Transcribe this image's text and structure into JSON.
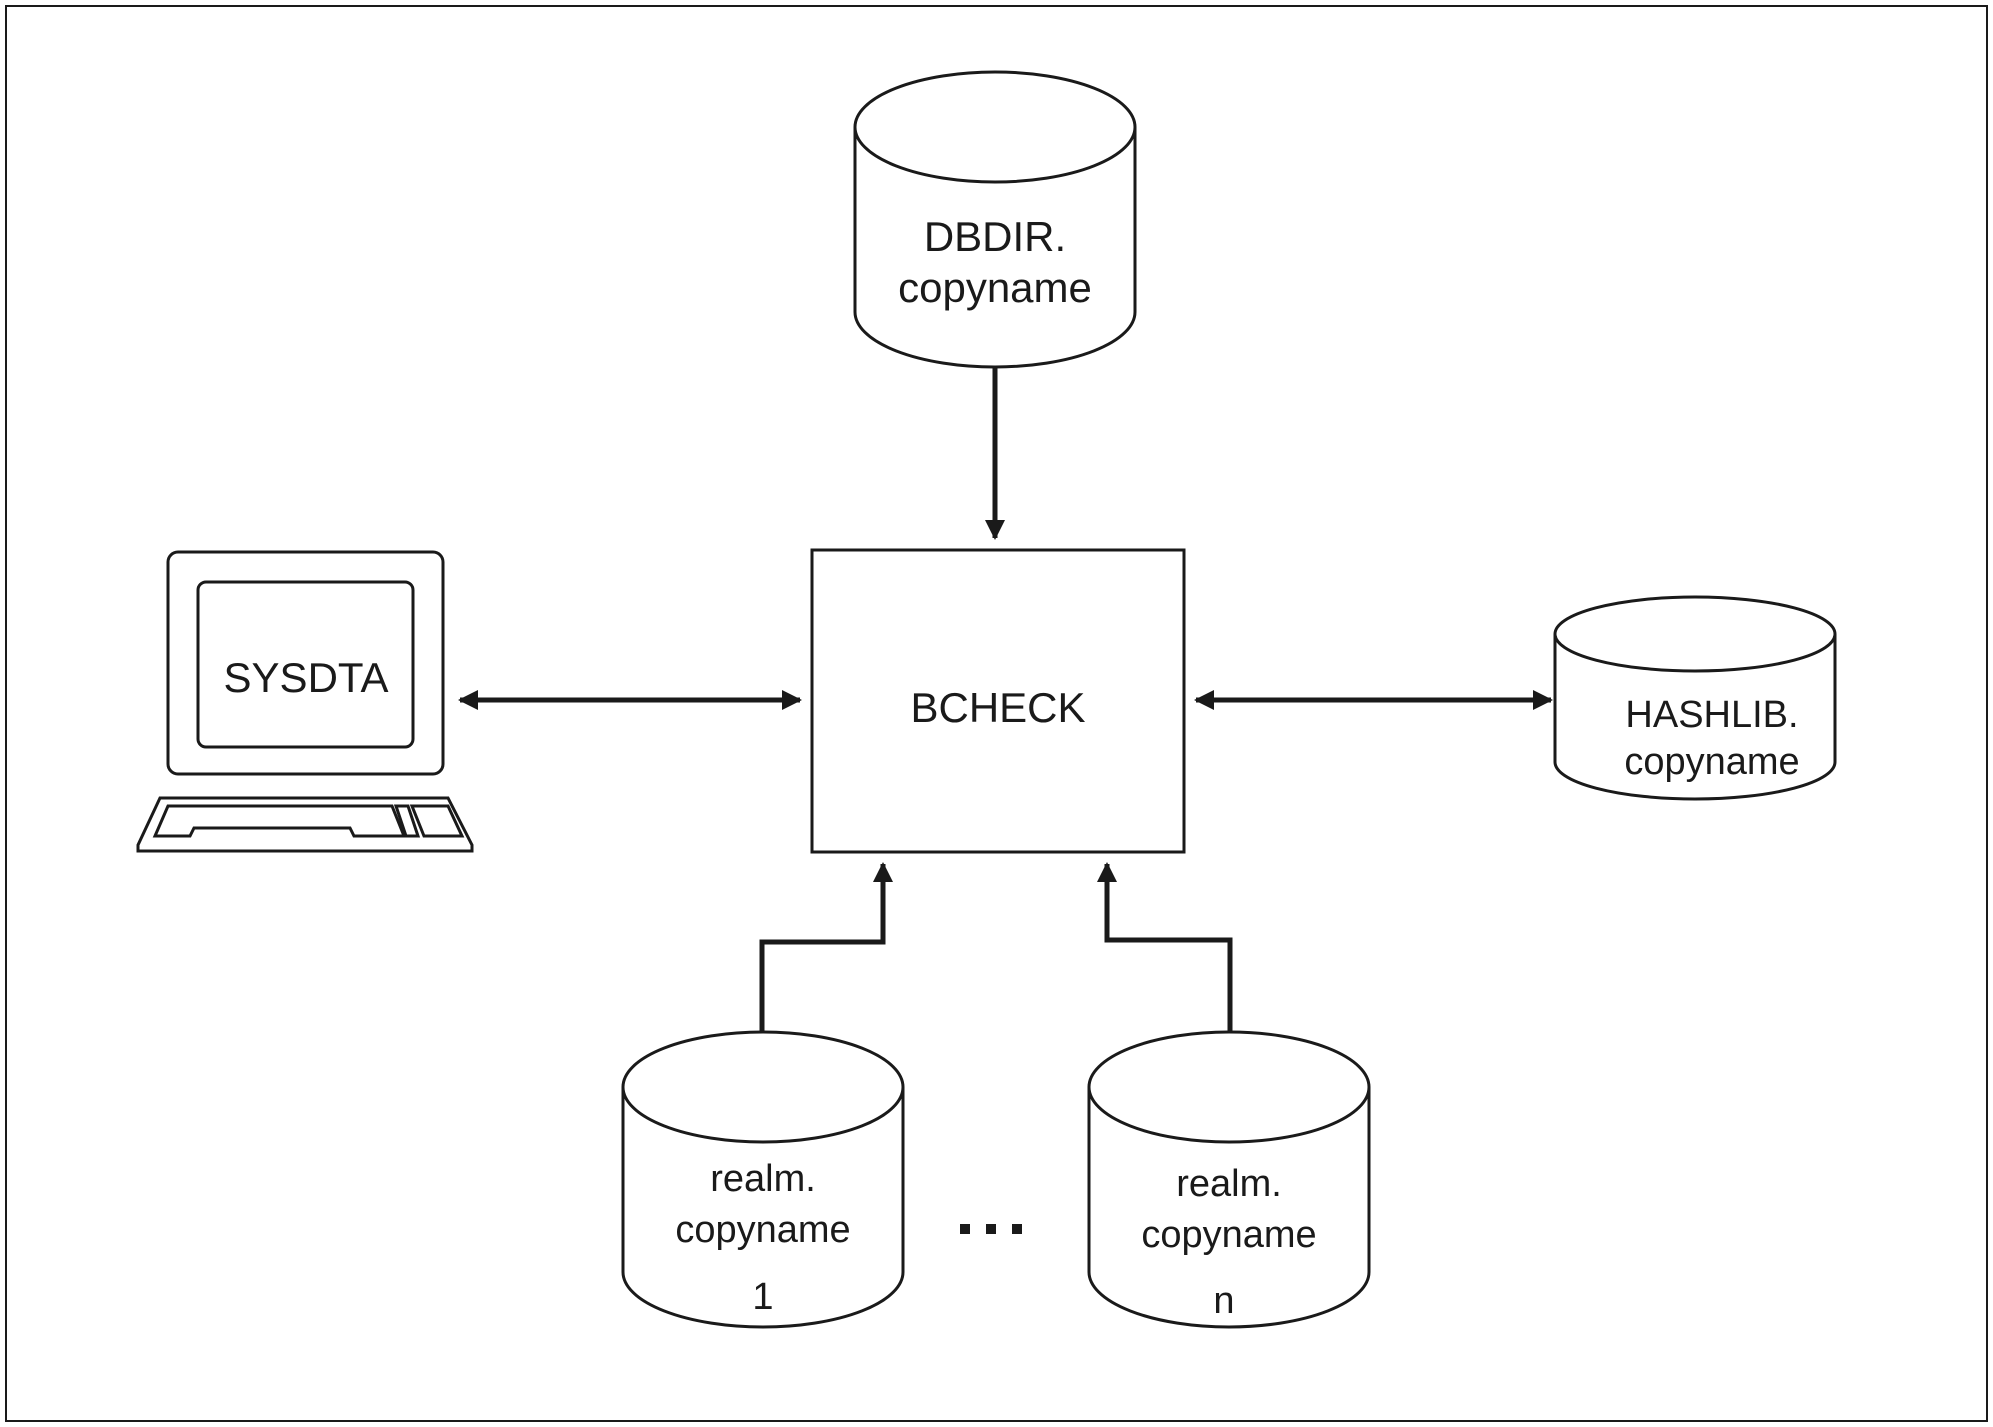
{
  "diagram": {
    "center": {
      "label": "BCHECK"
    },
    "dbdir": {
      "line1": "DBDIR.",
      "line2": "copyname"
    },
    "terminal": {
      "label": "SYSDTA"
    },
    "hashlib": {
      "line1": "HASHLIB.",
      "line2": "copyname"
    },
    "realm_first": {
      "line1": "realm.",
      "line2": "copyname",
      "index": "1"
    },
    "realm_last": {
      "line1": "realm.",
      "line2": "copyname",
      "index": "n"
    }
  },
  "colors": {
    "stroke": "#1a1a1a",
    "fill": "#ffffff"
  }
}
